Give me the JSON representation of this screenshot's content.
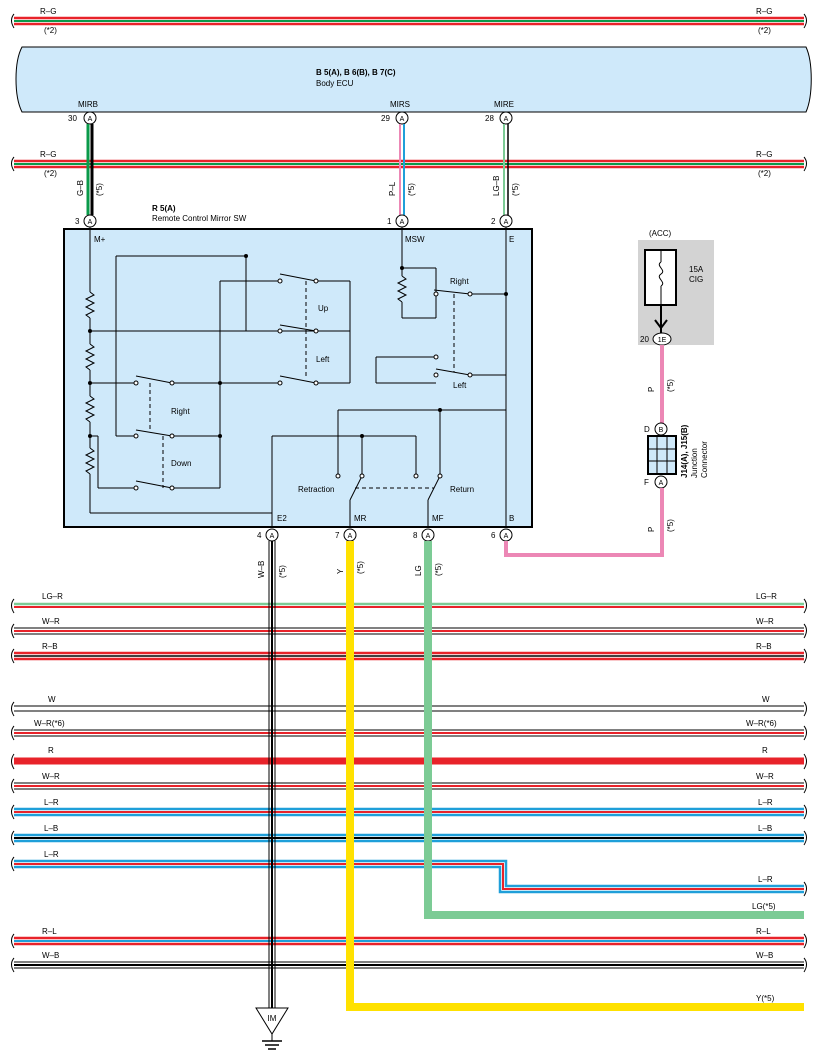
{
  "top_bus": {
    "label_left": "R–G",
    "label_right": "R–G",
    "note_left": "(*2)",
    "note_right": "(*2)"
  },
  "bus2": {
    "label_left": "R–G",
    "label_right": "R–G",
    "note_left": "(*2)",
    "note_right": "(*2)"
  },
  "ecu": {
    "title": "B 5(A), B 6(B), B 7(C)",
    "subtitle": "Body ECU",
    "pins": [
      {
        "name": "MIRB",
        "num": "30",
        "conn": "A"
      },
      {
        "name": "MIRS",
        "num": "29",
        "conn": "A"
      },
      {
        "name": "MIRE",
        "num": "28",
        "conn": "A"
      }
    ]
  },
  "upper_wires": [
    {
      "color_code": "G–B",
      "note": "(*5)"
    },
    {
      "color_code": "P–L",
      "note": "(*5)"
    },
    {
      "color_code": "LG–B",
      "note": "(*5)"
    }
  ],
  "switch": {
    "title": "R 5(A)",
    "subtitle": "Remote Control Mirror SW",
    "top_pins": [
      {
        "num": "3",
        "conn": "A",
        "name": "M+"
      },
      {
        "num": "1",
        "conn": "A",
        "name": "MSW"
      },
      {
        "num": "2",
        "conn": "A",
        "name": "E"
      }
    ],
    "bottom_pins": [
      {
        "num": "4",
        "conn": "A",
        "name": "E2"
      },
      {
        "num": "7",
        "conn": "A",
        "name": "MR"
      },
      {
        "num": "8",
        "conn": "A",
        "name": "MF"
      },
      {
        "num": "6",
        "conn": "A",
        "name": "B"
      }
    ],
    "labels": {
      "up": "Up",
      "left1": "Left",
      "right1": "Right",
      "down": "Down",
      "right2": "Right",
      "left2": "Left",
      "retraction": "Retraction",
      "return": "Return"
    }
  },
  "fuse": {
    "power": "(ACC)",
    "rating": "15A",
    "name": "CIG",
    "pin_num": "20",
    "pin_conn": "1E"
  },
  "junction": {
    "title": "J14(A), J15(B)",
    "line2": "Junction",
    "line3": "Connector",
    "pin_top": "D",
    "pin_top_conn": "B",
    "pin_bottom": "F",
    "pin_bottom_conn": "A"
  },
  "fuse_wire": {
    "color_code": "P",
    "note": "(*5)"
  },
  "b_wire": {
    "color_code": "P",
    "note": "(*5)"
  },
  "lower_wires": [
    {
      "color_code": "W–B",
      "note": "(*5)"
    },
    {
      "color_code": "Y",
      "note": "(*5)"
    },
    {
      "color_code": "LG",
      "note": "(*5)"
    }
  ],
  "buses": [
    {
      "left": "LG–R",
      "right": "LG–R"
    },
    {
      "left": "W–R",
      "right": "W–R"
    },
    {
      "left": "R–B",
      "right": "R–B"
    },
    {
      "left": "W",
      "right": "W"
    },
    {
      "left": "W–R(*6)",
      "right": "W–R(*6)"
    },
    {
      "left": "R",
      "right": "R"
    },
    {
      "left": "W–R",
      "right": "W–R"
    },
    {
      "left": "L–R",
      "right": "L–R"
    },
    {
      "left": "L–B",
      "right": "L–B"
    },
    {
      "left": "L–R",
      "right": "L–R"
    },
    {
      "left": "",
      "right": "LG(*5)"
    },
    {
      "left": "R–L",
      "right": "R–L"
    },
    {
      "left": "W–B",
      "right": "W–B"
    },
    {
      "left": "",
      "right": "Y(*5)"
    }
  ],
  "ground": {
    "label": "IM"
  },
  "colors": {
    "red": "#e8232a",
    "pink": "#ec87b5",
    "green": "#0a9a4a",
    "lightgreen": "#7ccb95",
    "yellow": "#ffe100",
    "blue": "#1f9fd9",
    "ecu_fill": "#cfe9fa",
    "fuse_bg": "#d3d3d3"
  }
}
